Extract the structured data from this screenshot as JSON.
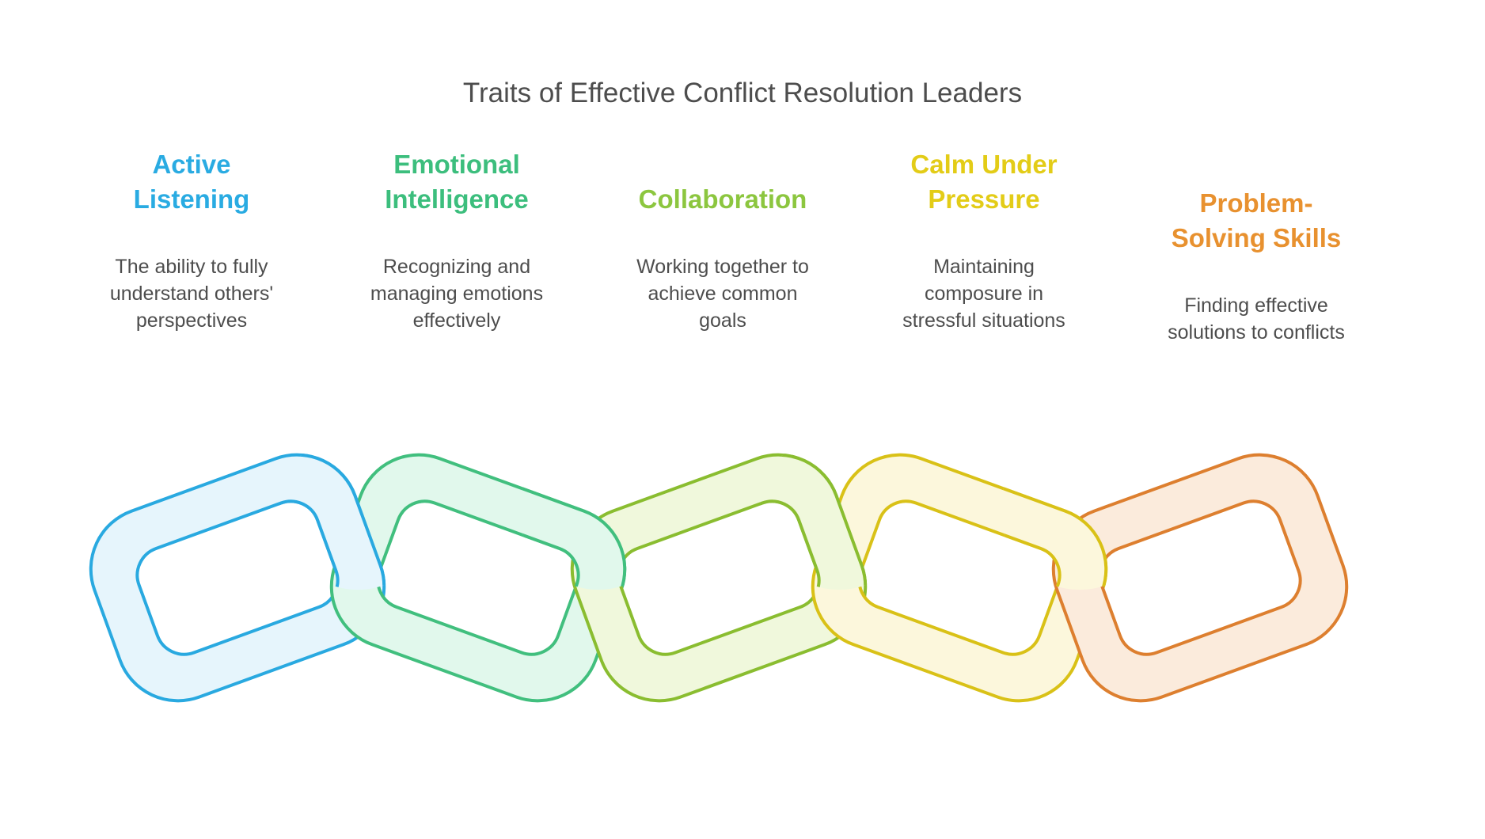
{
  "title": "Traits of Effective Conflict Resolution Leaders",
  "traits": [
    {
      "heading": "Active\nListening",
      "description": "The ability to fully\nunderstand others'\nperspectives",
      "heading_color": "#29ABE2",
      "link_stroke": "#29A9E0",
      "link_fill": "#E6F5FC"
    },
    {
      "heading": "Emotional\nIntelligence",
      "description": "Recognizing and\nmanaging emotions\neffectively",
      "heading_color": "#3CBE7D",
      "link_stroke": "#41BF7E",
      "link_fill": "#E1F8EC"
    },
    {
      "heading": "Collaboration",
      "description": "Working together to\nachieve common\ngoals",
      "heading_color": "#8CC63F",
      "link_stroke": "#8ABD30",
      "link_fill": "#F0F8DC"
    },
    {
      "heading": "Calm Under\nPressure",
      "description": "Maintaining\ncomposure in\nstressful situations",
      "heading_color": "#E3CC17",
      "link_stroke": "#D9C117",
      "link_fill": "#FCF7DC"
    },
    {
      "heading": "Problem-\nSolving Skills",
      "description": "Finding effective\nsolutions to conflicts",
      "heading_color": "#E8912F",
      "link_stroke": "#DD7F2F",
      "link_fill": "#FBEBDC"
    }
  ]
}
